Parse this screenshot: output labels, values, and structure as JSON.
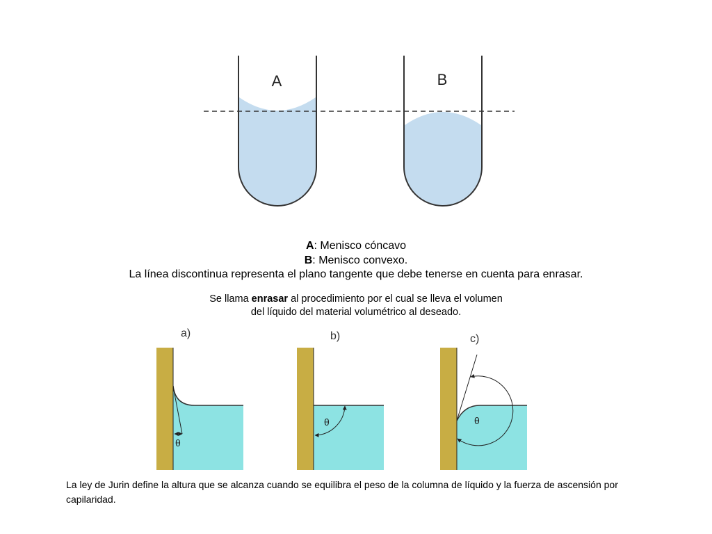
{
  "tubes": {
    "tube_a_label": "A",
    "tube_b_label": "B"
  },
  "caption": {
    "line1_bold": "A",
    "line1_rest": ": Menisco cóncavo",
    "line2_bold": "B",
    "line2_rest": ": Menisco convexo.",
    "line3": "La línea discontinua representa el plano tangente que debe tenerse en cuenta para enrasar."
  },
  "definition": {
    "part1": "Se llama ",
    "bold": "enrasar",
    "part2": " al procedimiento por el cual se lleva el volumen",
    "line2": "del líquido del material volumétrico al deseado."
  },
  "contact_angles": {
    "panel_a_label": "a)",
    "panel_b_label": "b)",
    "panel_c_label": "c)",
    "theta": "θ"
  },
  "footer": {
    "jurin_text": "La ley de Jurin define la altura que se alcanza cuando se equilibra el peso de la columna de líquido y la fuerza de ascensión por capilaridad."
  },
  "colors": {
    "tube_liquid": "#c4dcef",
    "panel_liquid": "#8de3e3",
    "wall": "#c8ad44"
  }
}
